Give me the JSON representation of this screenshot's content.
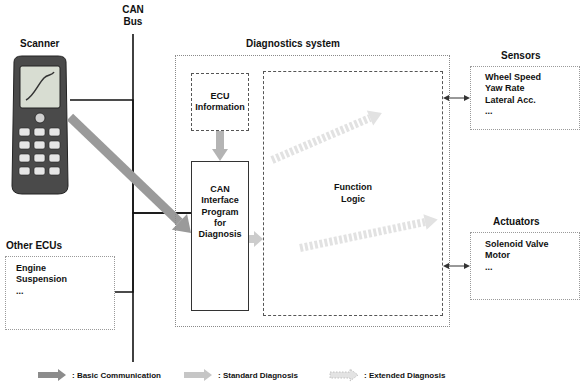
{
  "diagram": {
    "nodes": [
      {
        "text": [
          "Scanner"
        ]
      },
      {
        "text": [
          "Other ECUs",
          "Engine",
          "Suspension",
          "..."
        ]
      },
      {
        "text": [
          "Diagnostics system"
        ]
      },
      {
        "text": [
          "ECU Information"
        ],
        "in": 2
      },
      {
        "text": [
          "CAN Interface Program for Diagnosis"
        ],
        "in": 2
      },
      {
        "text": [
          "Function Logic"
        ],
        "in": 2
      },
      {
        "text": [
          "Sensors",
          "Wheel Speed",
          "Yaw Rate",
          "Lateral Acc.",
          "..."
        ]
      },
      {
        "text": [
          "Actuators",
          "Solenoid Valve",
          "Motor",
          "..."
        ]
      }
    ],
    "edges": [
      {
        "from": 0,
        "to": 4,
        "arrow": "none"
      },
      {
        "from": 1,
        "to": 4,
        "arrow": "none"
      },
      {
        "from": 5,
        "to": 6,
        "arrow": "both"
      },
      {
        "from": 5,
        "to": 7,
        "arrow": "both"
      },
      {
        "from": 0,
        "to": 4,
        "arrow": "to"
      },
      {
        "from": 3,
        "to": 4,
        "arrow": "to"
      },
      {
        "from": 4,
        "to": 5,
        "arrow": "to"
      }
    ],
    "labels": [
      "CAN Bus"
    ],
    "legend": [
      {
        "text": ": Basic Communication"
      },
      {
        "text": ": Standard Diagnosis"
      },
      {
        "text": ": Extended Diagnosis"
      }
    ]
  }
}
